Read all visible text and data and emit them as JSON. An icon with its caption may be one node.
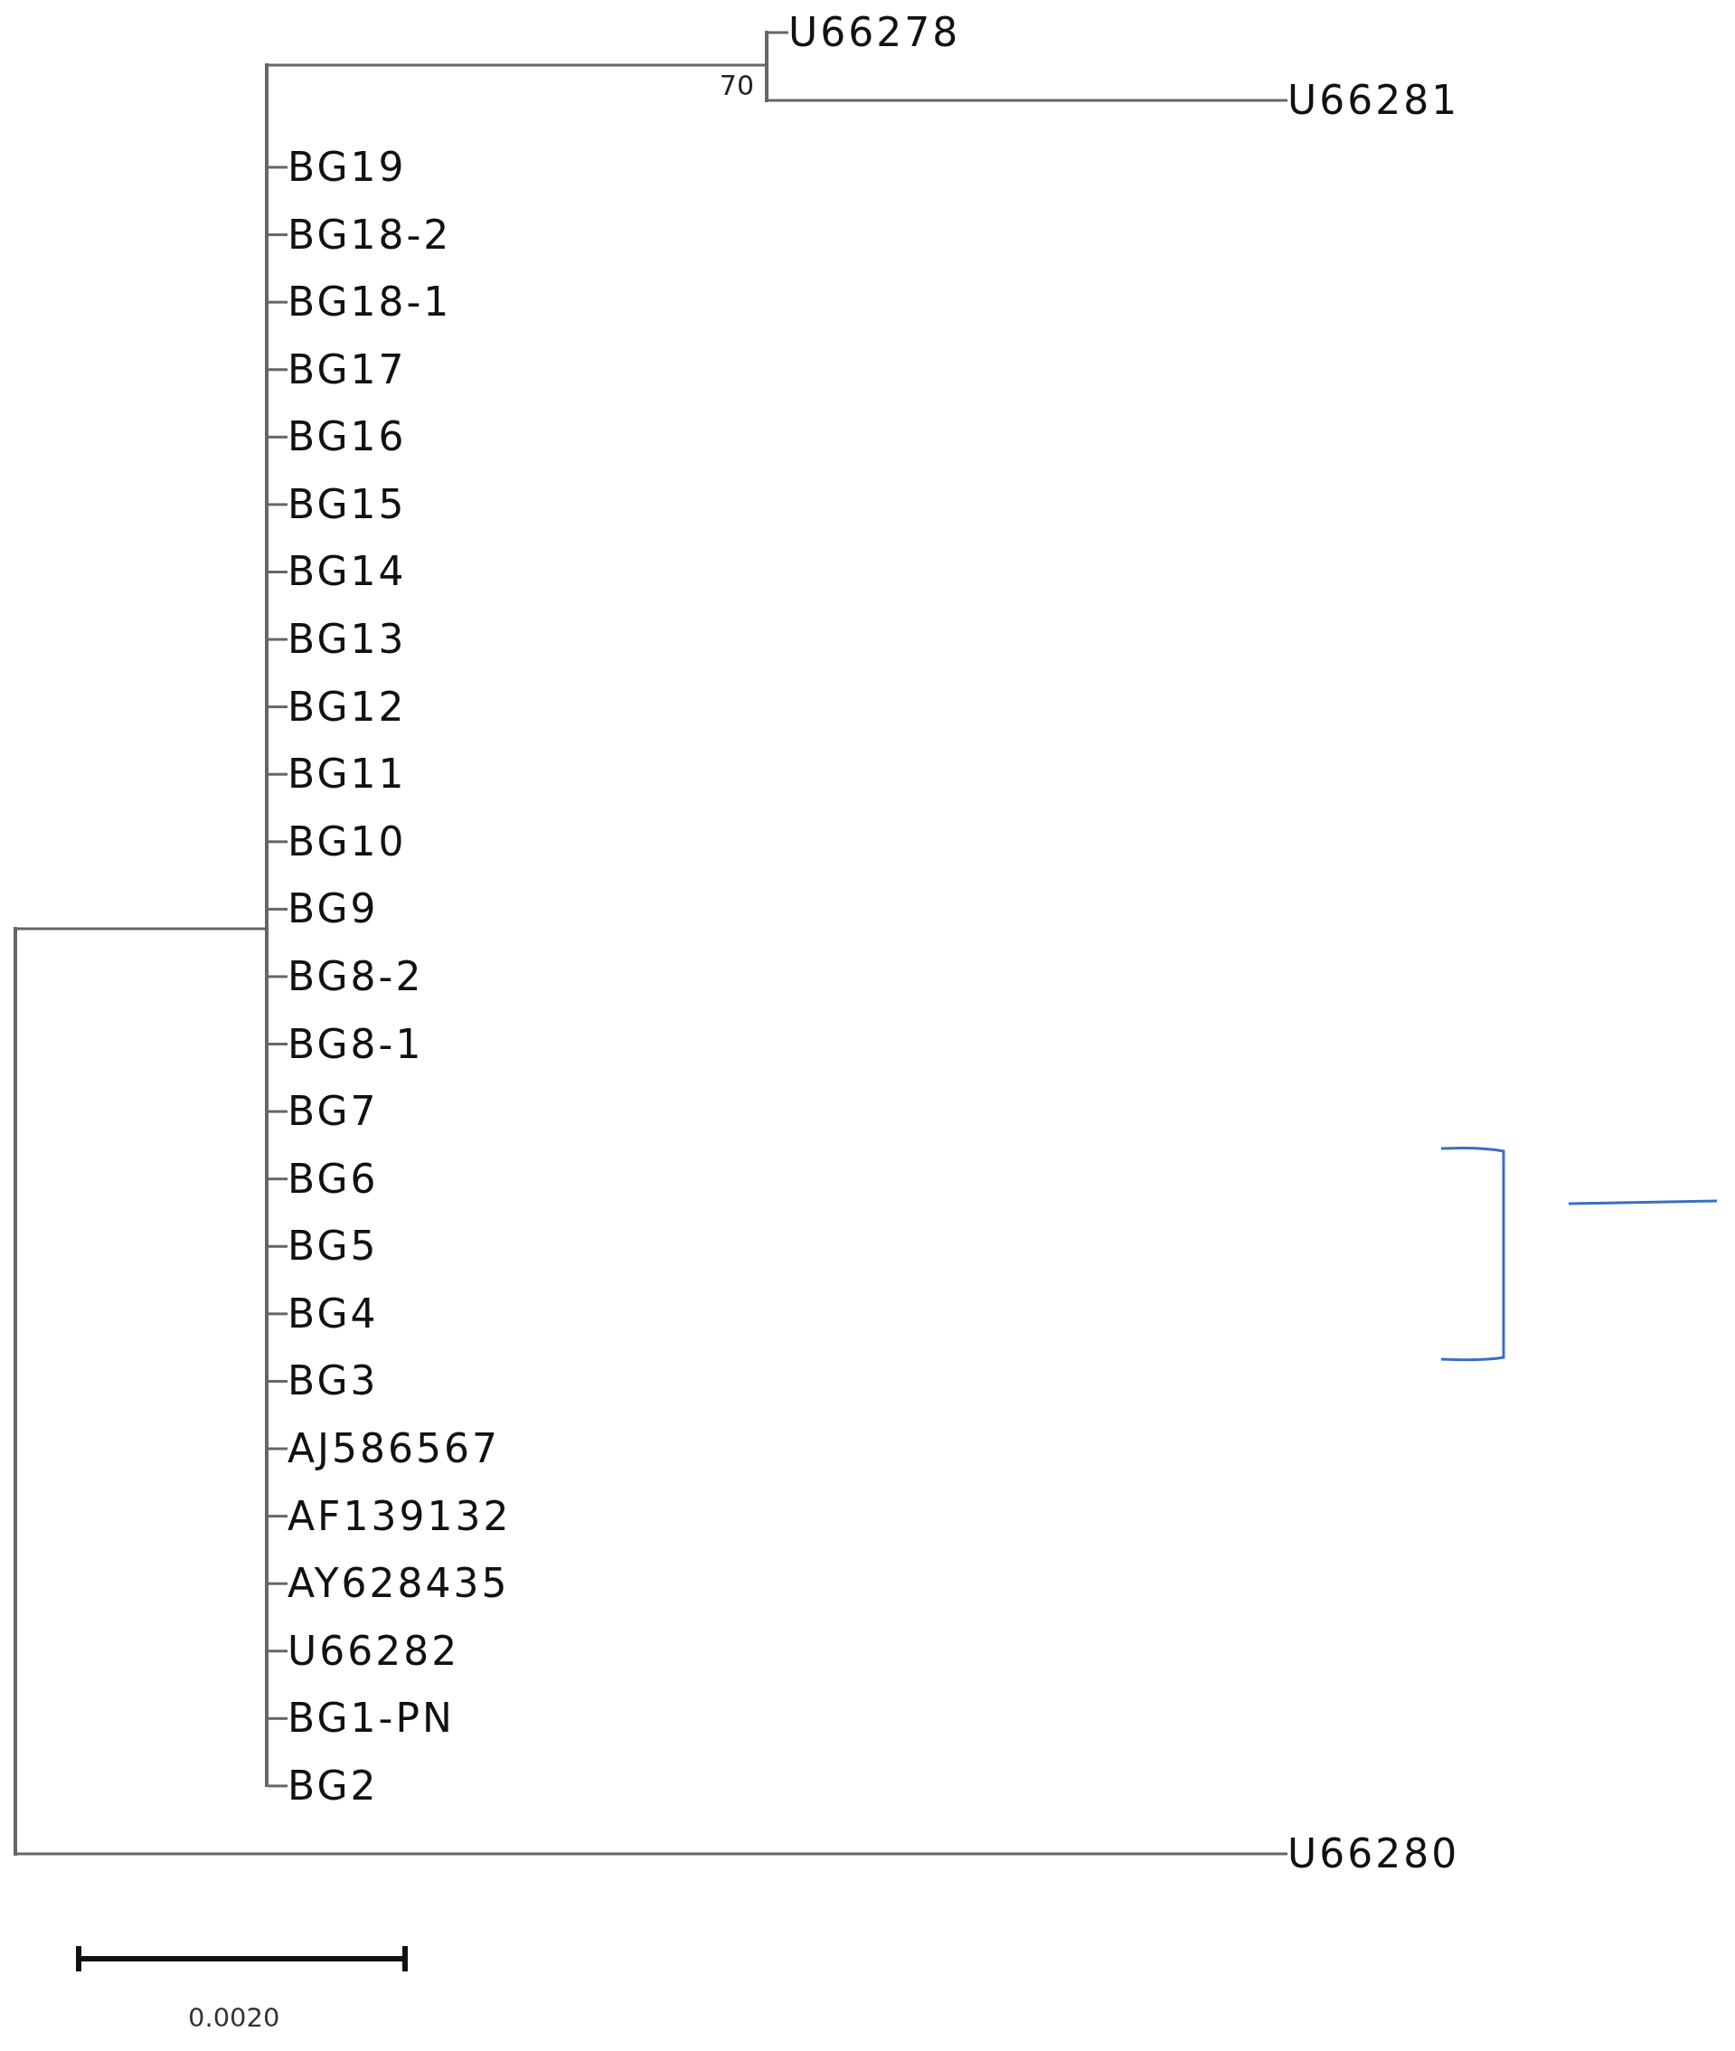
{
  "diagram": {
    "nodes": [
      {
        "text": [
          "U66278"
        ]
      },
      {
        "text": [
          "U66281"
        ]
      },
      {
        "text": [],
        "shape": "bar",
        "beside": [
          "70"
        ]
      },
      {
        "text": [],
        "shape": "bar"
      },
      {
        "text": [
          "BG19"
        ]
      },
      {
        "text": [
          "BG18-2"
        ]
      },
      {
        "text": [
          "BG18-1"
        ]
      },
      {
        "text": [
          "BG17"
        ]
      },
      {
        "text": [
          "BG16"
        ]
      },
      {
        "text": [
          "BG15"
        ]
      },
      {
        "text": [
          "BG14"
        ]
      },
      {
        "text": [
          "BG13"
        ]
      },
      {
        "text": [
          "BG12"
        ]
      },
      {
        "text": [
          "BG11"
        ]
      },
      {
        "text": [
          "BG10"
        ]
      },
      {
        "text": [
          "BG9"
        ]
      },
      {
        "text": [
          "BG8-2"
        ]
      },
      {
        "text": [
          "BG8-1"
        ]
      },
      {
        "text": [
          "BG7"
        ]
      },
      {
        "text": [
          "BG6"
        ]
      },
      {
        "text": [
          "BG5"
        ]
      },
      {
        "text": [
          "BG4"
        ]
      },
      {
        "text": [
          "BG3"
        ]
      },
      {
        "text": [
          "AJ586567"
        ]
      },
      {
        "text": [
          "AF139132"
        ]
      },
      {
        "text": [
          "AY628435"
        ]
      },
      {
        "text": [
          "U66282"
        ]
      },
      {
        "text": [
          "BG1-PN"
        ]
      },
      {
        "text": [
          "BG2"
        ]
      },
      {
        "text": [],
        "shape": "bar"
      },
      {
        "text": [
          "U66280"
        ]
      }
    ],
    "edges": [
      {
        "from": 29,
        "to": 3,
        "arrow": "none"
      },
      {
        "from": 29,
        "to": 30,
        "arrow": "none"
      },
      {
        "from": 3,
        "to": 2,
        "arrow": "none"
      },
      {
        "from": 2,
        "to": 0,
        "arrow": "none"
      },
      {
        "from": 2,
        "to": 1,
        "arrow": "none"
      },
      {
        "from": 3,
        "to": 4,
        "arrow": "none"
      },
      {
        "from": 3,
        "to": 5,
        "arrow": "none"
      },
      {
        "from": 3,
        "to": 6,
        "arrow": "none"
      },
      {
        "from": 3,
        "to": 7,
        "arrow": "none"
      },
      {
        "from": 3,
        "to": 8,
        "arrow": "none"
      },
      {
        "from": 3,
        "to": 9,
        "arrow": "none"
      },
      {
        "from": 3,
        "to": 10,
        "arrow": "none"
      },
      {
        "from": 3,
        "to": 11,
        "arrow": "none"
      },
      {
        "from": 3,
        "to": 12,
        "arrow": "none"
      },
      {
        "from": 3,
        "to": 13,
        "arrow": "none"
      },
      {
        "from": 3,
        "to": 14,
        "arrow": "none"
      },
      {
        "from": 3,
        "to": 15,
        "arrow": "none"
      },
      {
        "from": 3,
        "to": 16,
        "arrow": "none"
      },
      {
        "from": 3,
        "to": 17,
        "arrow": "none"
      },
      {
        "from": 3,
        "to": 18,
        "arrow": "none"
      },
      {
        "from": 3,
        "to": 19,
        "arrow": "none"
      },
      {
        "from": 3,
        "to": 20,
        "arrow": "none"
      },
      {
        "from": 3,
        "to": 21,
        "arrow": "none"
      },
      {
        "from": 3,
        "to": 22,
        "arrow": "none"
      },
      {
        "from": 3,
        "to": 23,
        "arrow": "none"
      },
      {
        "from": 3,
        "to": 24,
        "arrow": "none"
      },
      {
        "from": 3,
        "to": 25,
        "arrow": "none"
      },
      {
        "from": 3,
        "to": 26,
        "arrow": "none"
      },
      {
        "from": 3,
        "to": 27,
        "arrow": "none"
      },
      {
        "from": 3,
        "to": 28,
        "arrow": "none"
      }
    ],
    "labels": [
      "0.0020"
    ]
  }
}
